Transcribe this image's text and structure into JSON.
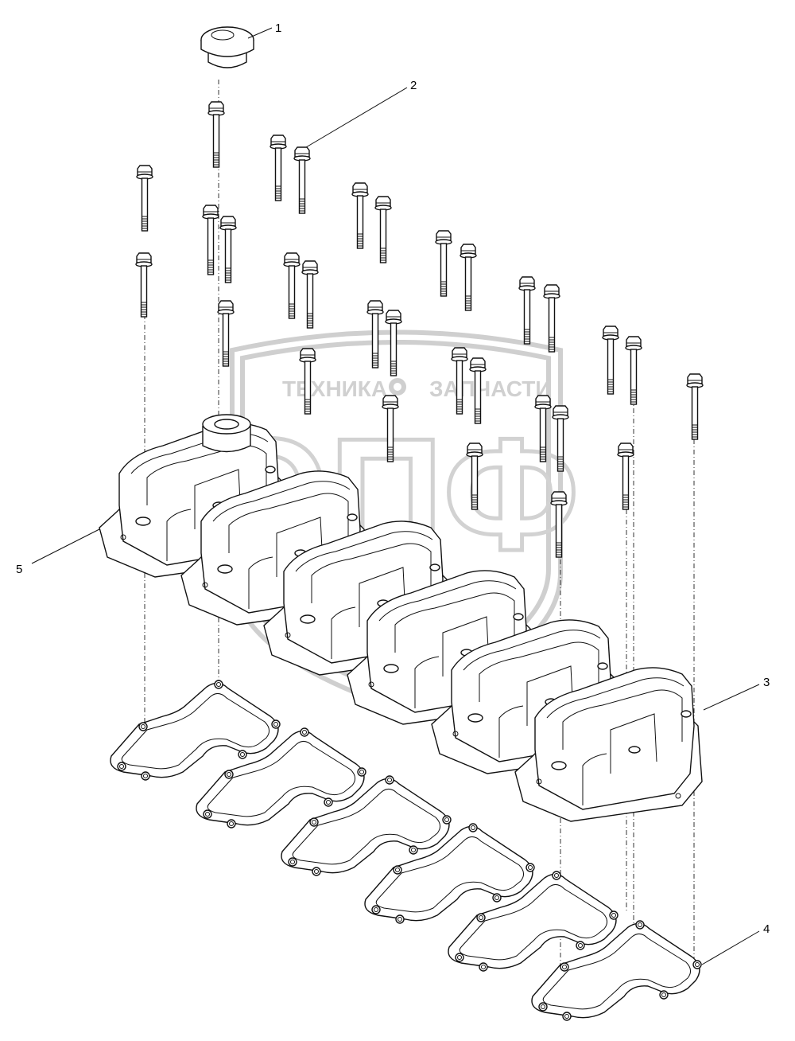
{
  "callouts": [
    {
      "id": "1",
      "label": "1"
    },
    {
      "id": "2",
      "label": "2"
    },
    {
      "id": "3",
      "label": "3"
    },
    {
      "id": "4",
      "label": "4"
    },
    {
      "id": "5",
      "label": "5"
    }
  ],
  "watermark": {
    "line1_left": "ТЕХНИКА",
    "line1_right": "ЗАПЧАСТИ",
    "monogram": "ЭПФ"
  }
}
